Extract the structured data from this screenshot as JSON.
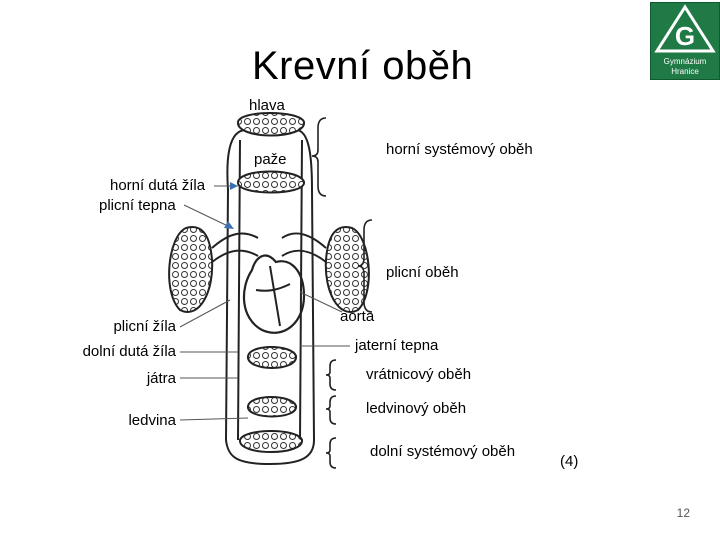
{
  "title": "Krevní oběh",
  "labels": {
    "hlava": "hlava",
    "paze": "paže",
    "horni_systemovy": "horní systémový oběh",
    "horni_duta_zila": "horní dutá žíla",
    "plicni_tepna": "plicní tepna",
    "plicni_obeh": "plicní oběh",
    "aorta": "aorta",
    "plicni_zila": "plicní žíla",
    "jaterni_tepna": "jaterní tepna",
    "dolni_duta_zila": "dolní dutá žíla",
    "jatra": "játra",
    "vratnicovy": "vrátnicový oběh",
    "ledvina": "ledvina",
    "ledvinovy": "ledvinový oběh",
    "dolni_systemovy": "dolní systémový oběh",
    "figure_ref": "(4)"
  },
  "logo": {
    "letter": "G",
    "line1": "Gymnázium",
    "line2": "Hranice",
    "color": "#1f7a45"
  },
  "page_number": "12"
}
